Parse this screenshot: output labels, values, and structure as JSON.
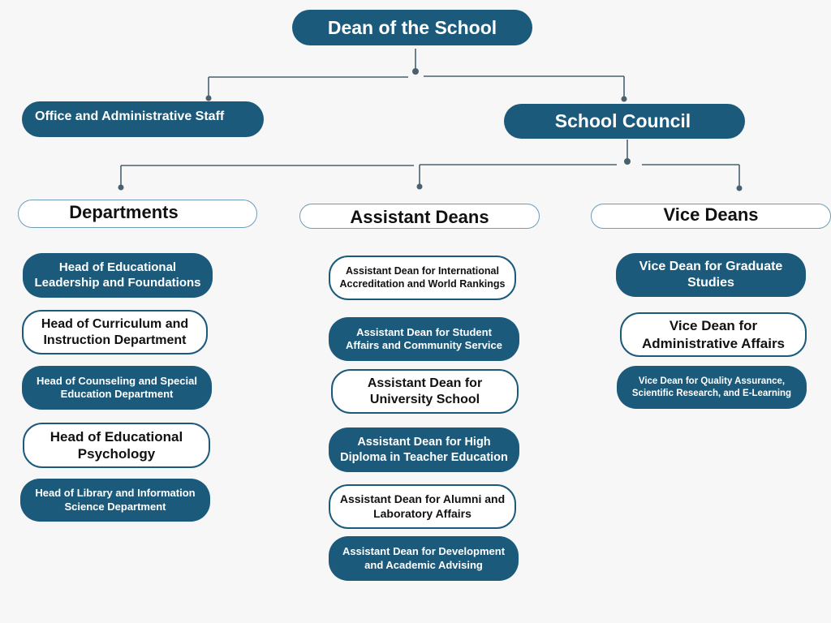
{
  "colors": {
    "primary": "#1b5a7b",
    "light_fill": "#ffffff",
    "connector": "#49616e",
    "background": "#f7f7f8"
  },
  "top": {
    "dean": "Dean of the School",
    "office": "Office and Administrative Staff",
    "council": "School Council"
  },
  "groups": {
    "departments": "Departments",
    "assistant_deans": "Assistant Deans",
    "vice_deans": "Vice Deans"
  },
  "departments": [
    "Head of Educational Leadership and Foundations",
    "Head of Curriculum and Instruction Department",
    "Head of Counseling and Special Education Department",
    "Head of Educational Psychology",
    "Head of Library and Information Science Department"
  ],
  "assistant_deans": [
    "Assistant Dean for International Accreditation and World Rankings",
    "Assistant Dean for Student Affairs and Community Service",
    "Assistant Dean for University School",
    "Assistant Dean for High Diploma in Teacher Education",
    "Assistant Dean for Alumni and Laboratory Affairs",
    "Assistant Dean for Development and Academic Advising"
  ],
  "vice_deans": [
    "Vice Dean for Graduate Studies",
    "Vice Dean for Administrative Affairs",
    "Vice Dean for Quality Assurance, Scientific Research, and E-Learning"
  ]
}
